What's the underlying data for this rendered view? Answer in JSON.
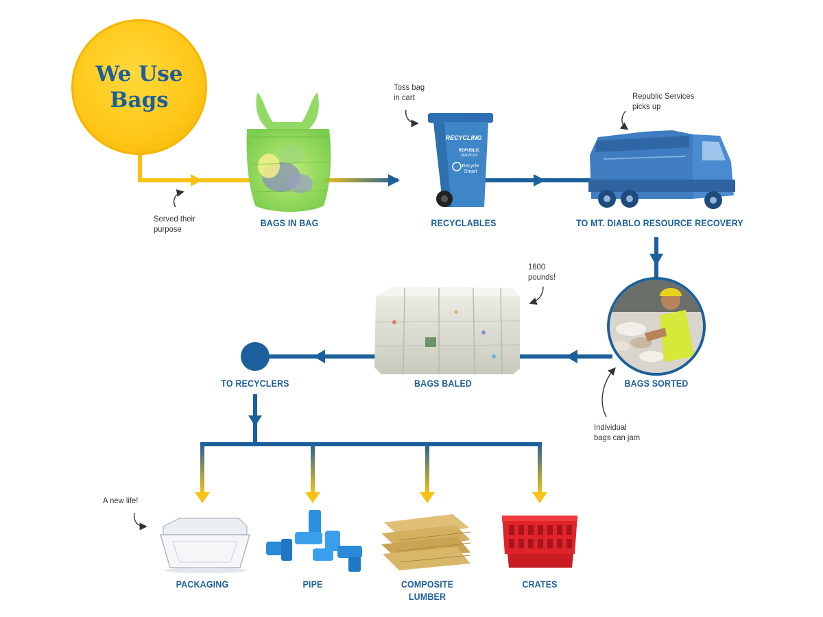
{
  "hero": {
    "title": "We Use Bags"
  },
  "colors": {
    "blue": "#1b5f9b",
    "yellow": "#f7c214",
    "text": "#333333"
  },
  "steps": {
    "bags_in_bag": "BAGS IN BAG",
    "recyclables": "RECYCLABLES",
    "mt_diablo": "TO MT. DIABLO RESOURCE RECOVERY",
    "bags_sorted": "BAGS SORTED",
    "bags_baled": "BAGS BALED",
    "to_recyclers": "TO RECYCLERS"
  },
  "products": {
    "packaging": "PACKAGING",
    "pipe": "PIPE",
    "lumber_line1": "COMPOSITE",
    "lumber_line2": "LUMBER",
    "crates": "CRATES"
  },
  "notes": {
    "served_line1": "Served their",
    "served_line2": "purpose",
    "toss_line1": "Toss bag",
    "toss_line2": "in cart",
    "republic_line1": "Republic Services",
    "republic_line2": "picks up",
    "pounds_line1": "1600",
    "pounds_line2": "pounds!",
    "jam_line1": "Individual",
    "jam_line2": "bags can jam",
    "new_life": "A new life!"
  },
  "cart": {
    "label": "RECYCLING",
    "brand": "REPUBLIC",
    "brand_sub": "SERVICES",
    "smart_line1": "Recycle",
    "smart_line2": "Smart"
  },
  "icons": [
    "bag-image",
    "recycling-cart-image",
    "garbage-truck-image",
    "sorting-worker-image",
    "bale-image",
    "packaging-image",
    "pipe-image",
    "lumber-image",
    "crate-image",
    "curved-arrow-icon"
  ]
}
